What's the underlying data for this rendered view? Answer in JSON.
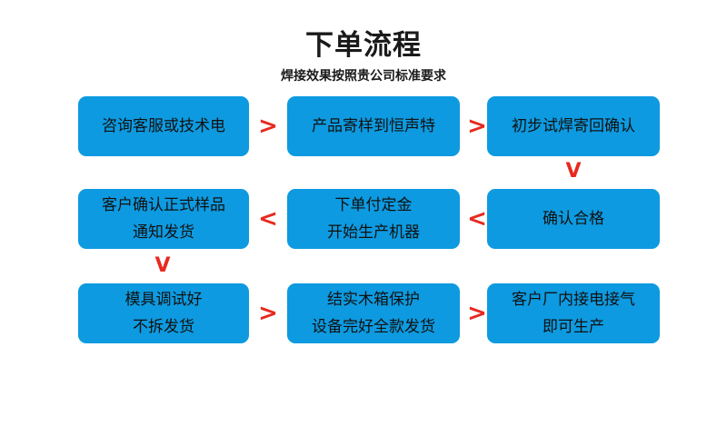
{
  "header": {
    "title": "下单流程",
    "subtitle": "焊接效果按照贵公司标准要求"
  },
  "colors": {
    "node_fill": "#0d9ae0",
    "arrow": "#e8291f",
    "text": "#111111",
    "background": "#ffffff"
  },
  "flow": {
    "nodes": [
      {
        "id": "n1",
        "lines": [
          "咨询客服或技术电"
        ]
      },
      {
        "id": "n2",
        "lines": [
          "产品寄样到恒声特"
        ]
      },
      {
        "id": "n3",
        "lines": [
          "初步试焊寄回确认"
        ]
      },
      {
        "id": "n4",
        "lines": [
          "客户确认正式样品",
          "通知发货"
        ]
      },
      {
        "id": "n5",
        "lines": [
          "下单付定金",
          "开始生产机器"
        ]
      },
      {
        "id": "n6",
        "lines": [
          "确认合格"
        ]
      },
      {
        "id": "n7",
        "lines": [
          "模具调试好",
          "不拆发货"
        ]
      },
      {
        "id": "n8",
        "lines": [
          "结实木箱保护",
          "设备完好全款发货"
        ]
      },
      {
        "id": "n9",
        "lines": [
          "客户厂内接电接气",
          "即可生产"
        ]
      }
    ],
    "arrows": [
      {
        "id": "a1",
        "glyph": ">",
        "direction": "right"
      },
      {
        "id": "a2",
        "glyph": ">",
        "direction": "right"
      },
      {
        "id": "a3",
        "glyph": "V",
        "direction": "down"
      },
      {
        "id": "a4",
        "glyph": "<",
        "direction": "left"
      },
      {
        "id": "a5",
        "glyph": "<",
        "direction": "left"
      },
      {
        "id": "a6",
        "glyph": "V",
        "direction": "down"
      },
      {
        "id": "a7",
        "glyph": ">",
        "direction": "right"
      },
      {
        "id": "a8",
        "glyph": ">",
        "direction": "right"
      }
    ]
  }
}
